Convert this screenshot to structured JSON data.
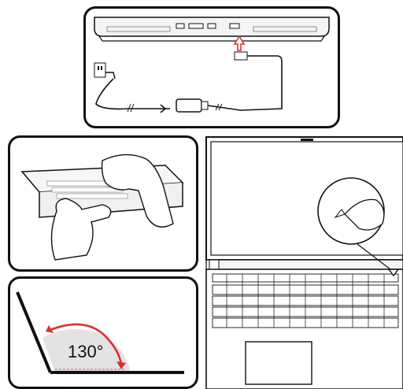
{
  "steps": [
    {
      "id": "connect-power"
    },
    {
      "id": "open-lid"
    },
    {
      "id": "press-power-button"
    },
    {
      "id": "lid-angle"
    }
  ],
  "angle_label": "130°",
  "colors": {
    "outline": "#111111",
    "arrow": "#d9302c",
    "shade": "#e3e3e3"
  }
}
